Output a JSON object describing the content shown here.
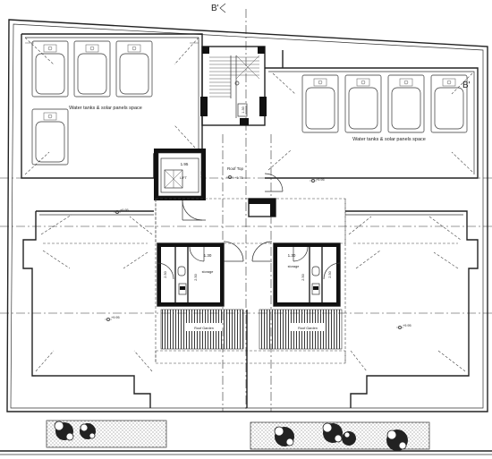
{
  "section_marker": "B'",
  "section_marker_2": "B'",
  "labels": {
    "water_tanks_left": "Water tanks & solar panels  space",
    "water_tanks_right": "Water tanks & solar panels  space",
    "lift": "LIFT",
    "roof_top": "Roof Top",
    "storage_left": "storage",
    "storage_right": "storage",
    "roof_garden_left": "Roof Garden",
    "roof_garden_right": "Roof Garden"
  },
  "dimensions": {
    "lift_width": "1.95",
    "lift_depth": "1.60",
    "stair_depth": "1.30",
    "storage_left_width": "1.30",
    "storage_right_width": "1.30",
    "storage_left_h1": "2.50",
    "storage_left_h2": "2.50",
    "storage_right_h1": "2.50",
    "storage_right_h2": "2.50"
  },
  "levels": {
    "roof_top": "+9.75",
    "terrace_right_top": "+9.95",
    "terrace_left_top": "+9.95",
    "terrace_left_bottom": "+9.95",
    "terrace_right_bottom": "+9.95"
  }
}
